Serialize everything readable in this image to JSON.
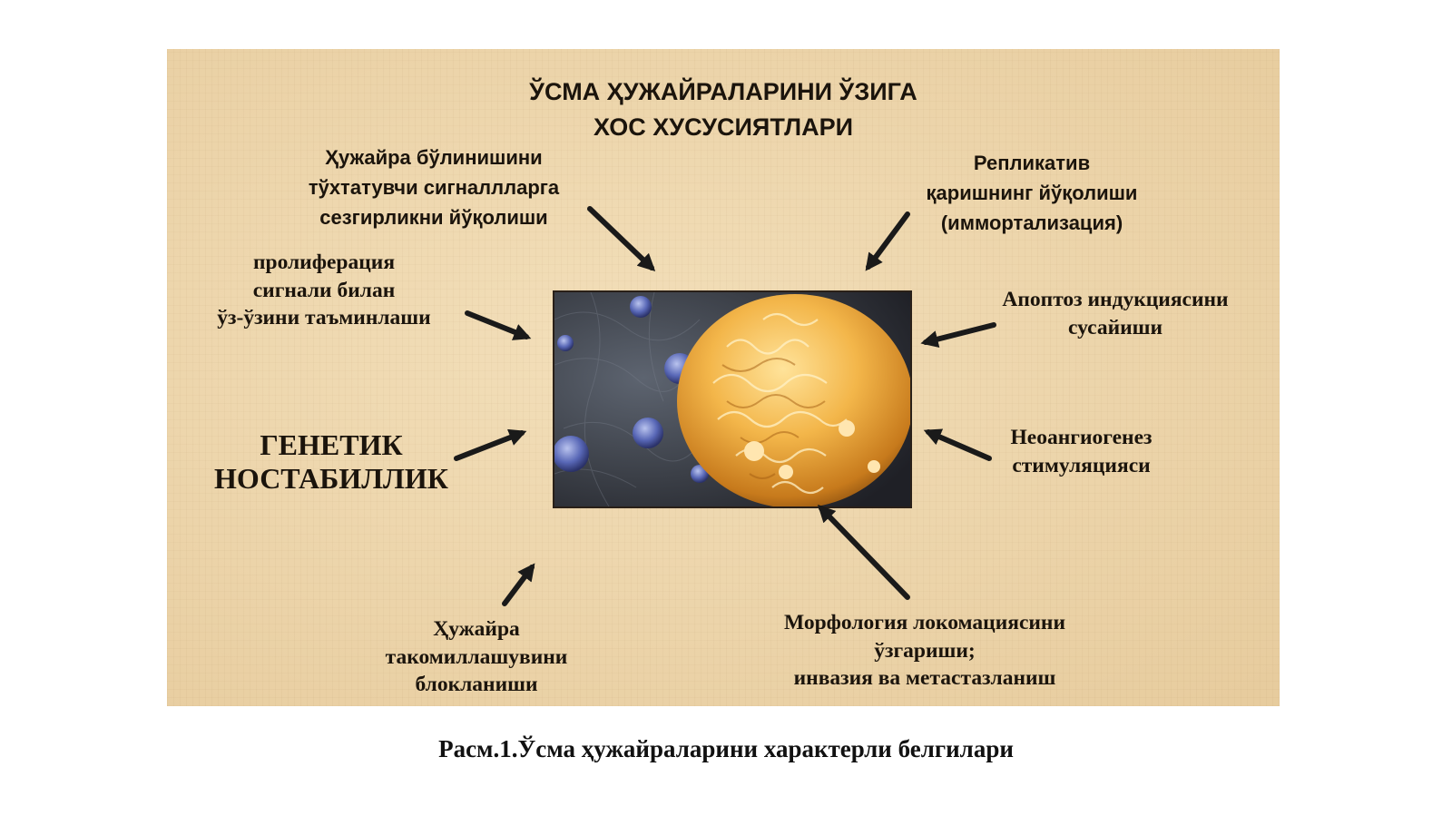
{
  "diagram": {
    "title": [
      "ЎСМА ҲУЖАЙРАЛАРИНИ ЎЗИГА",
      "ХОС ХУСУСИЯТЛАРИ"
    ],
    "center_image": "tumor-cell-micrograph",
    "labels": {
      "signals": [
        "Ҳужайра бўлинишини",
        "тўхтатувчи сигналлларга",
        "сезгирликни йўқолиши"
      ],
      "replicative": [
        "Репликатив",
        "қаришнинг йўқолиши",
        "(иммортализация)"
      ],
      "proliferation": [
        "пролиферация",
        "сигнали билан",
        "ўз-ўзини таъминлаши"
      ],
      "apoptosis": [
        "Апоптоз индукциясини",
        "сусайиши"
      ],
      "genetic": [
        "ГЕНЕТИК",
        "НОСТАБИЛЛИК"
      ],
      "neoangiogenesis": [
        "Неоангиогенез",
        "стимуляцияси"
      ],
      "differentiation": [
        "Ҳужайра",
        "такомиллашувини",
        "блокланиши"
      ],
      "morphology": [
        "Морфология локомациясини",
        "ўзгариши;",
        "инвазия ва метастазланиш"
      ]
    }
  },
  "caption": "Расм.1.Ўсма ҳужайраларини характерли белгилари",
  "colors": {
    "panel_background": "#ecd3a7",
    "text": "#1b140c",
    "arrow": "#1a1a1a"
  }
}
